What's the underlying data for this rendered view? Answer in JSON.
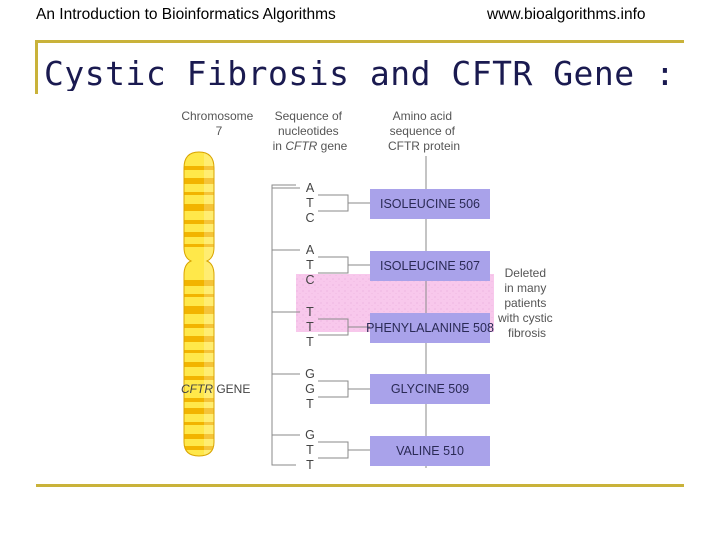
{
  "header": {
    "left": "An Introduction to Bioinformatics Algorithms",
    "right": "www.bioalgorithms.info"
  },
  "slide": {
    "title": "Cystic Fibrosis and CFTR Gene :"
  },
  "figure": {
    "headers": {
      "chromosome": [
        "Chromosome",
        "7"
      ],
      "sequence_pre": [
        "Sequence of",
        "nucleotides",
        "in "
      ],
      "sequence_italic": "CFTR",
      "sequence_post": " gene",
      "amino": [
        "Amino acid",
        "sequence of",
        "CFTR protein"
      ]
    },
    "gene_label_italic": "CFTR",
    "gene_label_rest": " GENE",
    "codons": [
      {
        "bases": [
          "A",
          "T",
          "C"
        ],
        "amino_acid": "ISOLEUCINE 506"
      },
      {
        "bases": [
          "A",
          "T",
          "C"
        ],
        "amino_acid": "ISOLEUCINE 507"
      },
      {
        "bases": [
          "T",
          "T",
          "T"
        ],
        "amino_acid": "PHENYLALANINE 508"
      },
      {
        "bases": [
          "G",
          "G",
          "T"
        ],
        "amino_acid": "GLYCINE 509"
      },
      {
        "bases": [
          "G",
          "T",
          "T"
        ],
        "amino_acid": "VALINE 510"
      }
    ],
    "deleted_note": [
      "Deleted",
      "in many",
      "patients",
      "with cystic",
      "fibrosis"
    ],
    "colors": {
      "chromosome_light": "#ffe84a",
      "chromosome_band": "#f2b400",
      "amino_box": "#a9a2ea",
      "deletion_highlight": "#f8c8ec",
      "line": "#8a8a8a",
      "gold_rule": "#c9b23a"
    }
  }
}
